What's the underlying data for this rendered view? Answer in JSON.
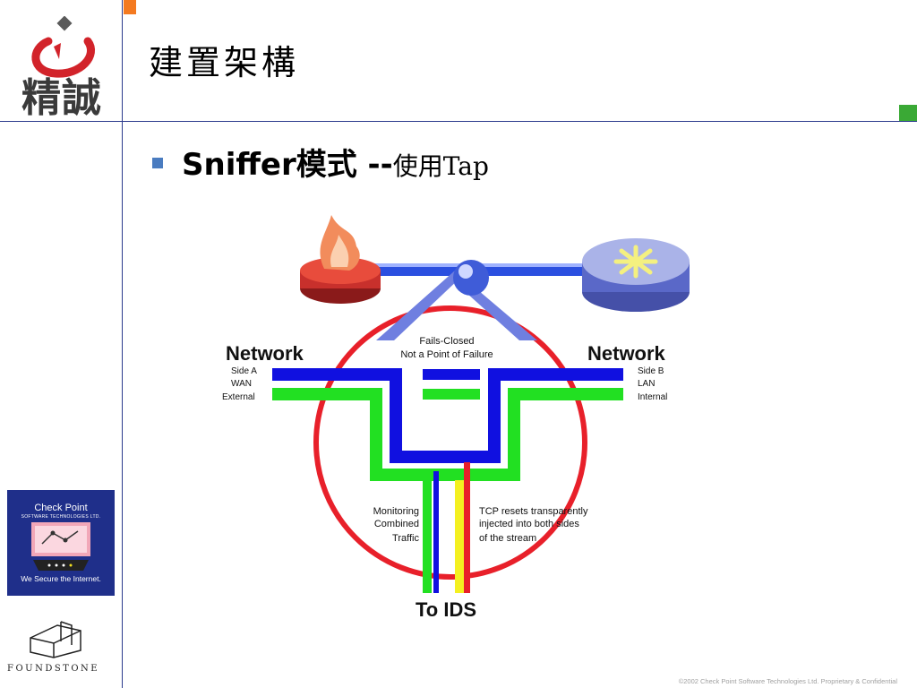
{
  "header": {
    "logo_text": "精誠",
    "title": "建置架構"
  },
  "content": {
    "bullet_main": "Sniffer模式 --",
    "bullet_sub": "使用Tap"
  },
  "diagram": {
    "network_a": {
      "title": "Network",
      "line1": "Side A",
      "line2": "WAN",
      "line3": "External"
    },
    "network_b": {
      "title": "Network",
      "line1": "Side B",
      "line2": "LAN",
      "line3": "Internal"
    },
    "fails_closed_1": "Fails-Closed",
    "fails_closed_2": "Not a Point of Failure",
    "monitoring_1": "Monitoring",
    "monitoring_2": "Combined",
    "monitoring_3": "Traffic",
    "tcp_1": "TCP resets transparently",
    "tcp_2": "injected into both sides",
    "tcp_3": "of the stream",
    "to_ids": "To IDS"
  },
  "sidebar": {
    "checkpoint_name": "Check Point",
    "checkpoint_sub": "SOFTWARE TECHNOLOGIES LTD.",
    "checkpoint_slogan": "We Secure the Internet.",
    "foundstone": "FOUNDSTONE"
  },
  "footer": {
    "copyright": "©2002 Check Point Software Technologies Ltd. Proprietary & Confidential"
  },
  "colors": {
    "frame": "#2b3a8c",
    "accent_orange": "#f47a20",
    "accent_green": "#3aa935",
    "bullet": "#4a7cc0",
    "circle": "#e8202a",
    "blue_path": "#1010e0",
    "green_path": "#22e022"
  }
}
